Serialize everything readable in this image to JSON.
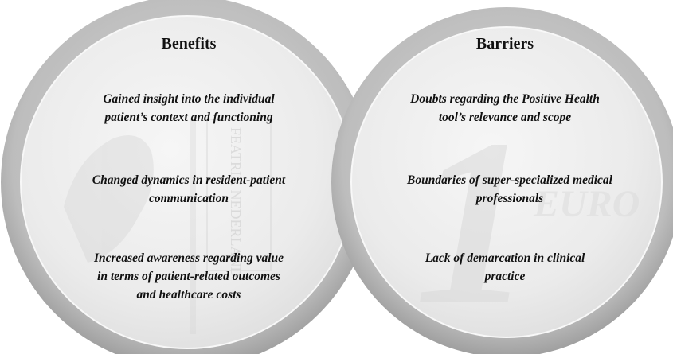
{
  "benefits": {
    "title": "Benefits",
    "items": [
      [
        "Gained insight into the individual",
        "patient’s context and functioning"
      ],
      [
        "Changed dynamics in resident-patient",
        "communication"
      ],
      [
        "Increased awareness regarding value",
        "in terms of patient-related outcomes",
        "and healthcare costs"
      ]
    ]
  },
  "barriers": {
    "title": "Barriers",
    "items": [
      [
        "Doubts regarding the Positive Health",
        "tool’s relevance and scope"
      ],
      [
        "Boundaries of super-specialized medical",
        "professionals"
      ],
      [
        "Lack of demarcation in clinical",
        "practice"
      ]
    ]
  },
  "coin_art": {
    "left_coin_lettering": "FEATRIX NEDERLAND",
    "right_coin_numeral": "1",
    "right_coin_lettering": "EURO"
  },
  "colors": {
    "coin_rim": "#c9c9c9",
    "coin_face": "#ececec",
    "text": "#111111"
  }
}
